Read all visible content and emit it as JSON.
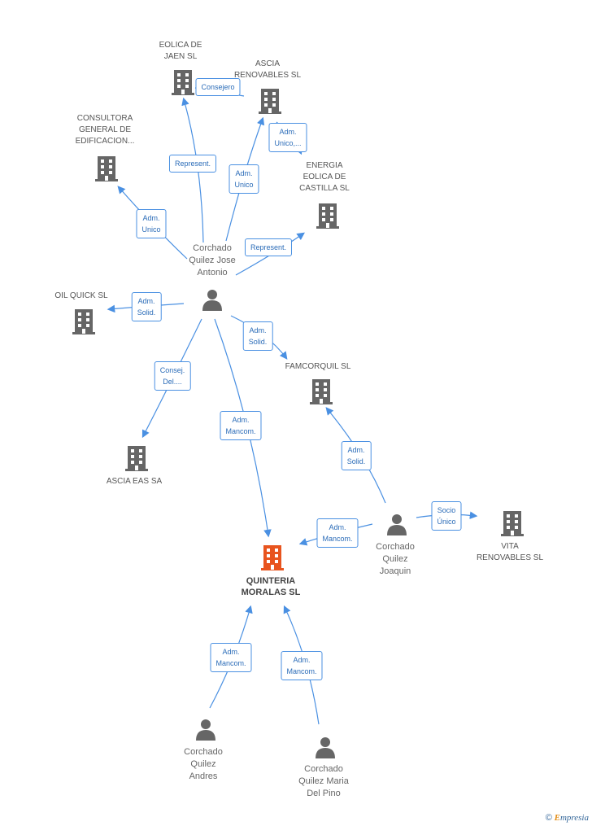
{
  "colors": {
    "edge": "#4a90e2",
    "company": "#666666",
    "main_company": "#e8541e",
    "person": "#666666"
  },
  "companies": {
    "eolica_jaen": "EOLICA DE\nJAEN SL",
    "ascia_renovables": "ASCIA\nRENOVABLES SL",
    "consultora": "CONSULTORA\nGENERAL DE\nEDIFICACION...",
    "energia_eolica": "ENERGIA\nEOLICA DE\nCASTILLA SL",
    "oil_quick": "OIL QUICK SL",
    "famcorquil": "FAMCORQUIL SL",
    "ascia_eas": "ASCIA EAS SA",
    "quinteria": "QUINTERIA\nMORALAS SL",
    "vita": "VITA\nRENOVABLES SL"
  },
  "persons": {
    "jose_antonio": "Corchado\nQuilez Jose\nAntonio",
    "joaquin": "Corchado\nQuilez\nJoaquin",
    "andres": "Corchado\nQuilez\nAndres",
    "maria": "Corchado\nQuilez Maria\nDel Pino"
  },
  "relations": {
    "consejero": "Consejero",
    "represent_jaen": "Represent.",
    "adm_unico_ascia": "Adm.\nUnico",
    "adm_unico_ascia2": "Adm.\nUnico,...",
    "adm_unico_consultora": "Adm.\nUnico",
    "represent_energia": "Represent.",
    "adm_solid_oil": "Adm.\nSolid.",
    "adm_solid_fam": "Adm.\nSolid.",
    "consej_del": "Consej.\nDel....",
    "adm_mancom_jose": "Adm.\nMancom.",
    "adm_solid_joaquin": "Adm.\nSolid.",
    "adm_mancom_joaquin": "Adm.\nMancom.",
    "socio_unico": "Socio\nÚnico",
    "adm_mancom_andres": "Adm.\nMancom.",
    "adm_mancom_maria": "Adm.\nMancom."
  },
  "footer": {
    "copyright": "©",
    "brand_e": "E",
    "brand_rest": "mpresia"
  }
}
